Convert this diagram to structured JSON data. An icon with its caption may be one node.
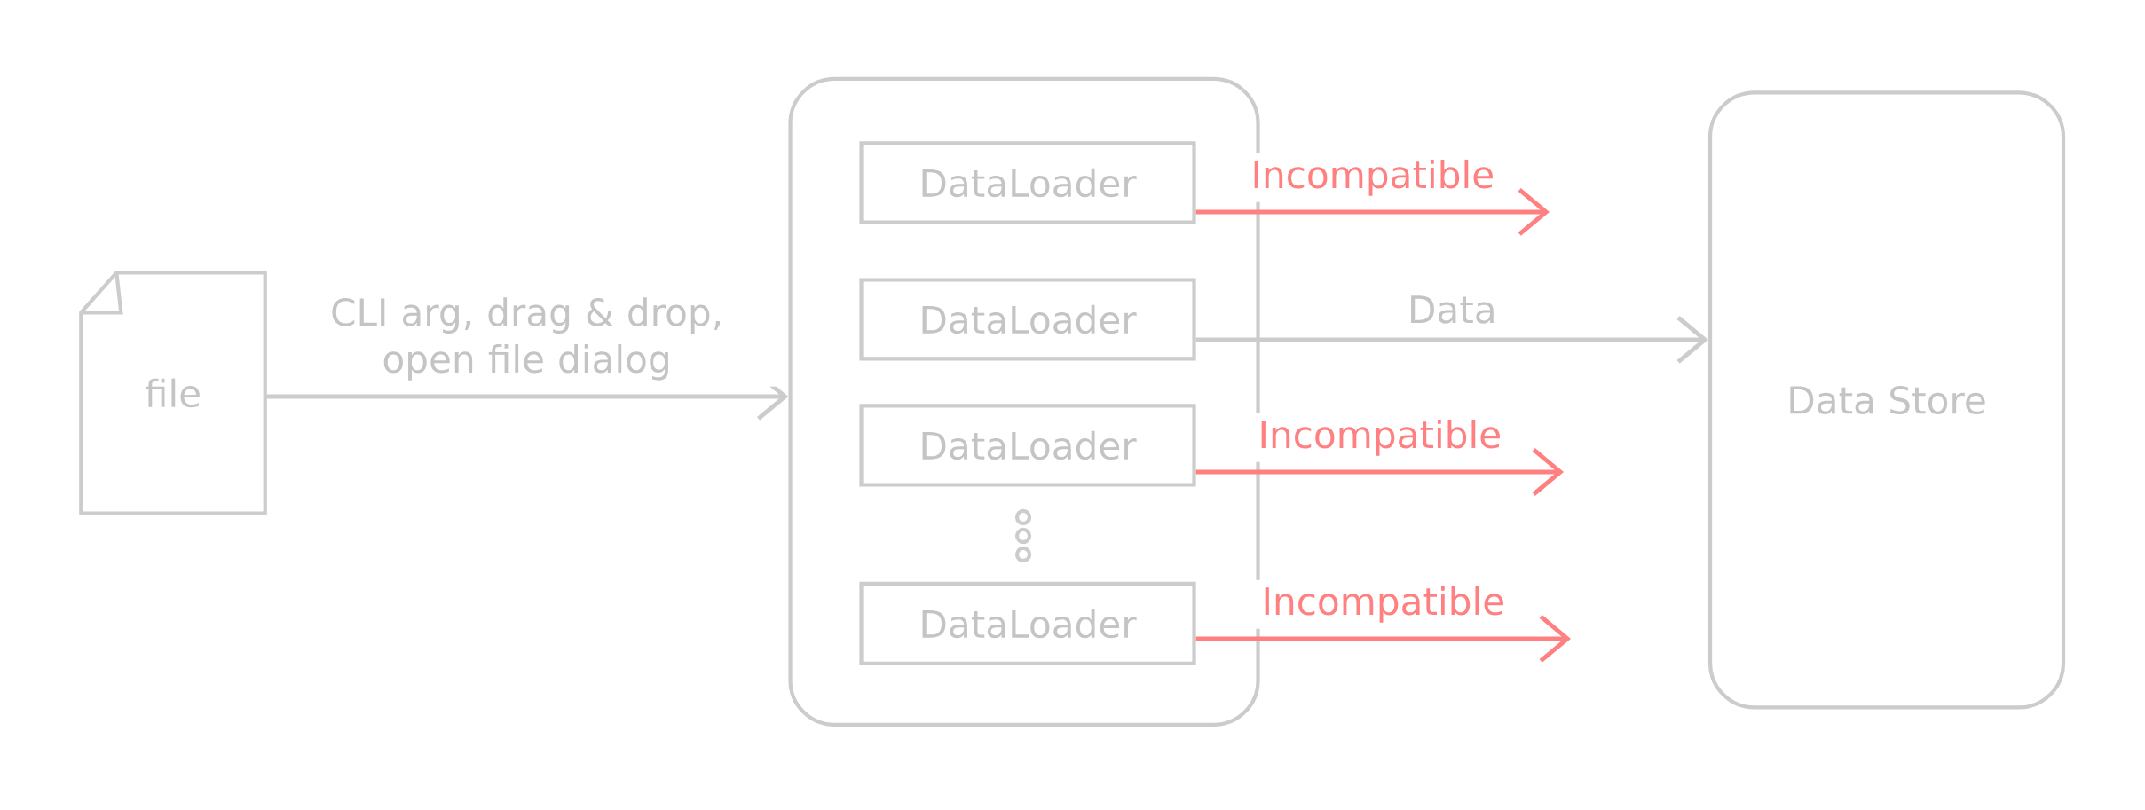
{
  "diagram": {
    "nodes": [
      {
        "text": [
          "file"
        ]
      },
      {
        "text": [],
        "shape": "box"
      },
      {
        "text": [
          "DataLoader"
        ],
        "in": 1
      },
      {
        "text": [
          "DataLoader"
        ],
        "in": 1
      },
      {
        "text": [
          "DataLoader"
        ],
        "in": 1
      },
      {
        "text": [
          "DataLoader"
        ],
        "in": 1
      },
      {
        "text": [
          "Data Store"
        ]
      }
    ],
    "edges": [
      {
        "from": 0,
        "to": 1,
        "arrow": "to",
        "label": "CLI arg, drag & drop, open file dialog"
      },
      {
        "from": 2,
        "to": null,
        "arrow": "to",
        "label": "Incompatible",
        "color": "#ff8080"
      },
      {
        "from": 3,
        "to": 6,
        "arrow": "to",
        "label": "Data"
      },
      {
        "from": 4,
        "to": null,
        "arrow": "to",
        "label": "Incompatible",
        "color": "#ff8080"
      },
      {
        "from": 5,
        "to": null,
        "arrow": "to",
        "label": "Incompatible",
        "color": "#ff8080"
      }
    ]
  }
}
